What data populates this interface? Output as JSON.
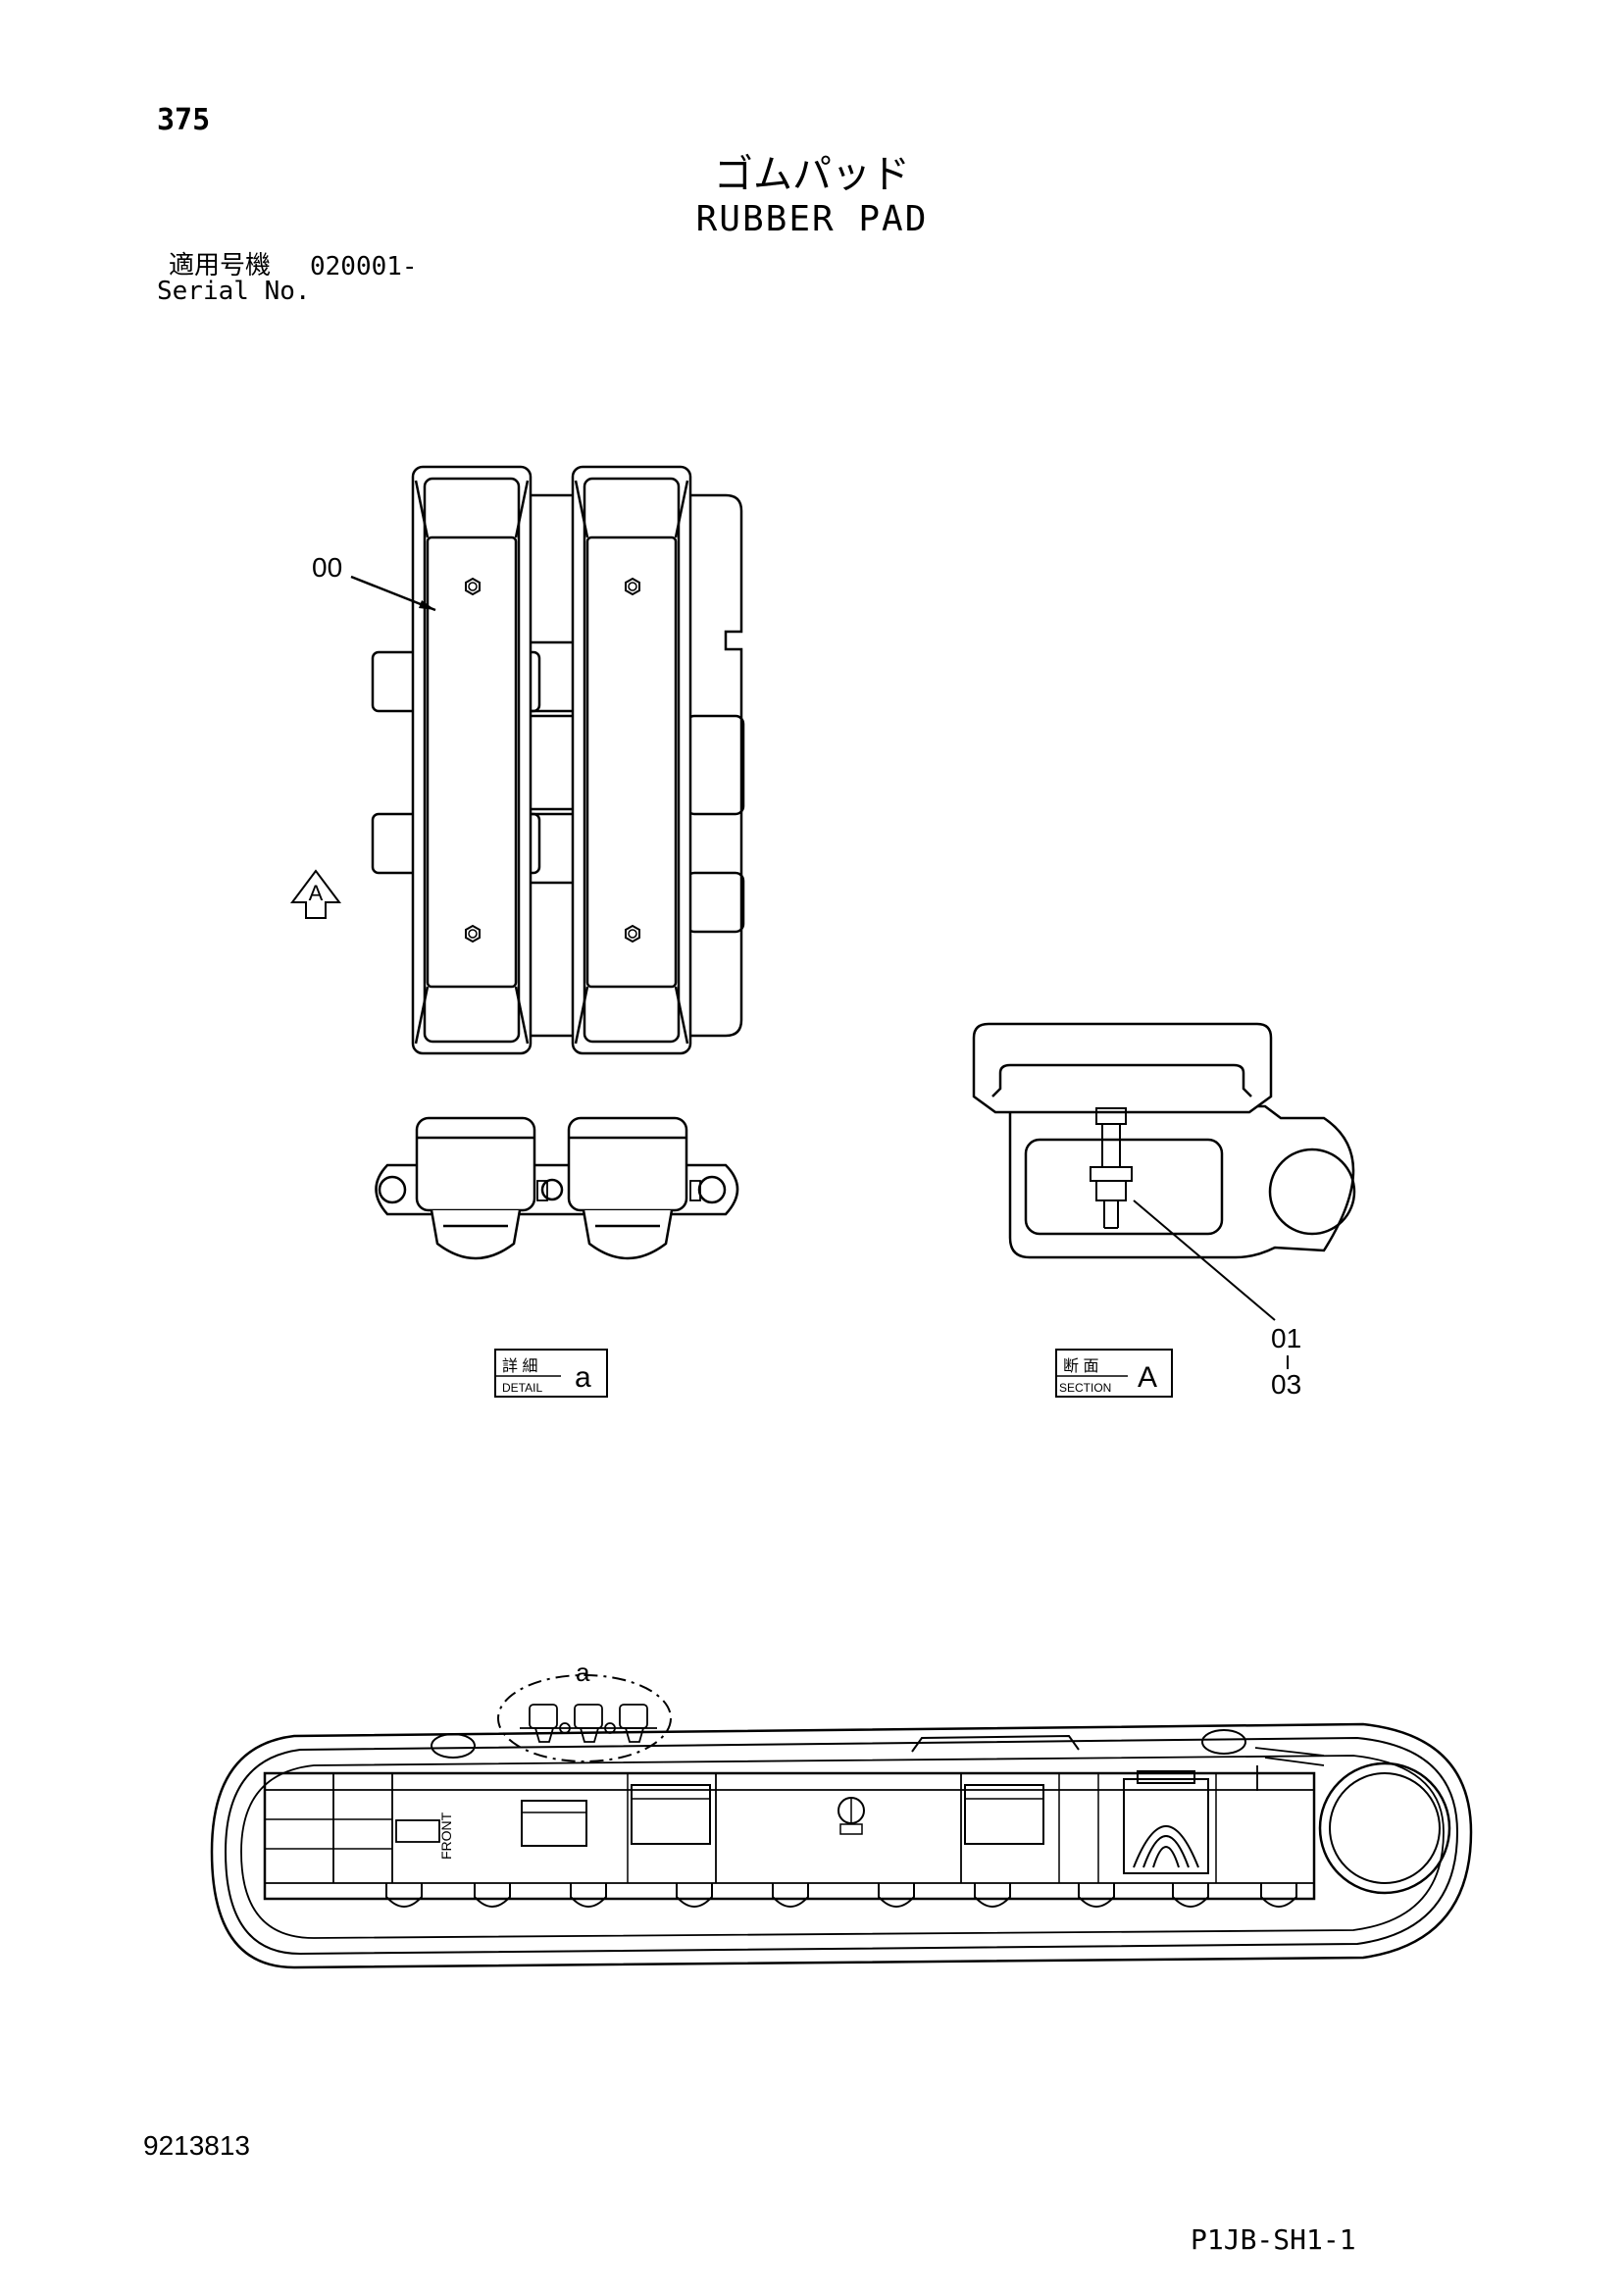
{
  "header": {
    "page_number": "375",
    "title_jp": "ゴムパッド",
    "title_en": "RUBBER PAD",
    "serial_label_jp": "適用号機",
    "serial_value": "020001-",
    "serial_label_en": "Serial No."
  },
  "callouts": {
    "pad": "00",
    "bolt": "01",
    "nut": "03",
    "view_arrow": "A",
    "detail_marker": "a"
  },
  "detail_tag": {
    "jp": "詳 細",
    "en": "DETAIL",
    "id": "a"
  },
  "section_tag": {
    "jp": "断 面",
    "en": "SECTION",
    "id": "A"
  },
  "track_frame_text": "FRONT",
  "footer": {
    "doc_number": "9213813",
    "sheet_code": "P1JB-SH1-1"
  }
}
